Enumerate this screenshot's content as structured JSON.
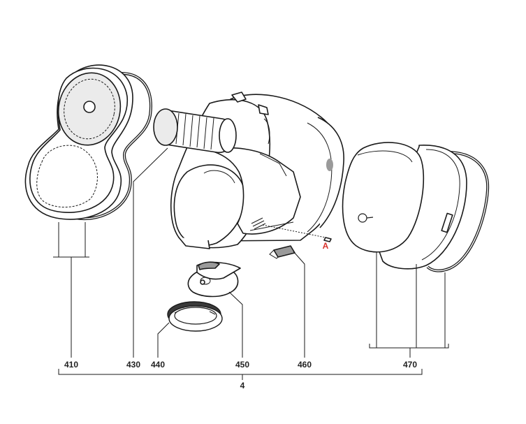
{
  "parts": {
    "p410": "410",
    "p430": "430",
    "p440": "440",
    "p450": "450",
    "p460": "460",
    "p470": "470",
    "assembly": "4",
    "detail_marker": "A"
  },
  "colors": {
    "outline": "#1a1a1a",
    "label": "#222222",
    "marker": "#d8322c",
    "filter_face": "#9a9a9a"
  }
}
